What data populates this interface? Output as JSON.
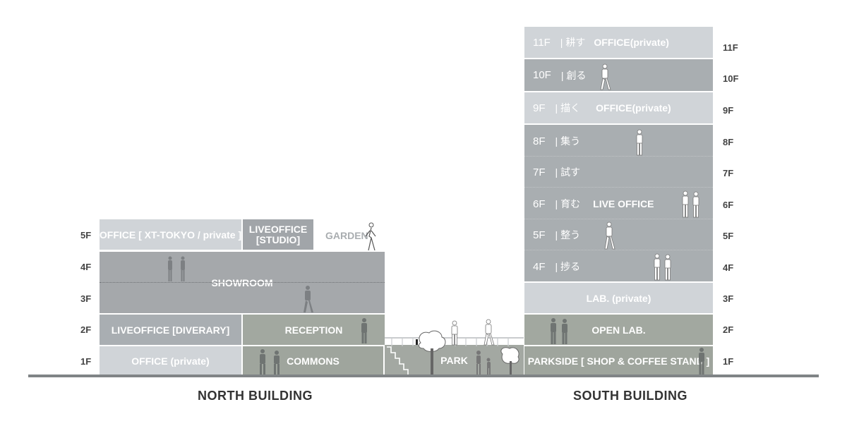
{
  "north": {
    "title": "NORTH BUILDING",
    "floors": [
      "5F",
      "4F",
      "3F",
      "2F",
      "1F"
    ],
    "office_xt": "OFFICE [ XT-TOKYO / private ]",
    "liveoffice_studio_line1": "LIVEOFFICE",
    "liveoffice_studio_line2": "[STUDIO]",
    "garden": "GARDEN",
    "showroom": "SHOWROOM",
    "liveoffice_diverary": "LIVEOFFICE [DIVERARY]",
    "reception": "RECEPTION",
    "office_private": "OFFICE (private)",
    "commons": "COMMONS"
  },
  "park": {
    "label": "PARK"
  },
  "south": {
    "title": "SOUTH BUILDING",
    "floors": [
      "11F",
      "10F",
      "9F",
      "8F",
      "7F",
      "6F",
      "5F",
      "4F",
      "3F",
      "2F",
      "1F"
    ],
    "f11": {
      "num": "11F",
      "jp": "耕す",
      "label": "OFFICE(private)"
    },
    "f10": {
      "num": "10F",
      "jp": "創る"
    },
    "f9": {
      "num": "9F",
      "jp": "描く",
      "label": "OFFICE(private)"
    },
    "f8": {
      "num": "8F",
      "jp": "集う"
    },
    "f7": {
      "num": "7F",
      "jp": "試す"
    },
    "f6": {
      "num": "6F",
      "jp": "育む",
      "label": "LIVE OFFICE"
    },
    "f5": {
      "num": "5F",
      "jp": "整う"
    },
    "f4": {
      "num": "4F",
      "jp": "捗る"
    },
    "lab_private": "LAB. (private)",
    "open_lab": "OPEN LAB.",
    "parkside": "PARKSIDE [ SHOP & COFFEE STAND ]"
  },
  "colors": {
    "light": "#d0d4d8",
    "mid": "#a9aeb2",
    "green": "#a2a8a0",
    "ground": "#808486"
  }
}
